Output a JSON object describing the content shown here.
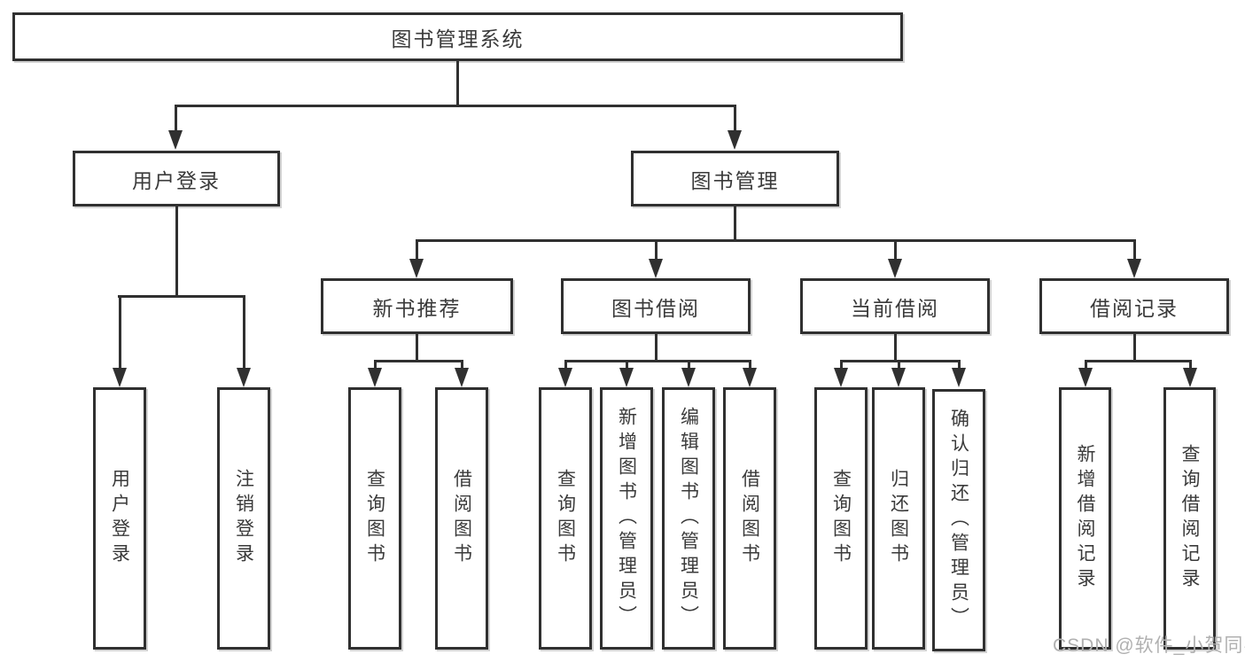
{
  "diagram": {
    "root": "图书管理系统",
    "level2": {
      "user_login": "用户登录",
      "book_mgmt": "图书管理"
    },
    "level3": {
      "new_book": "新书推荐",
      "book_borrow": "图书借阅",
      "current_borrow": "当前借阅",
      "borrow_record": "借阅记录"
    },
    "leaves": {
      "login": [
        "用户登录",
        "注销登录"
      ],
      "new_book": [
        "查询图书",
        "借阅图书"
      ],
      "book_borrow": [
        "查询图书",
        "新增图书（管理员）",
        "编辑图书（管理员）",
        "借阅图书"
      ],
      "current_borrow": [
        "查询图书",
        "归还图书",
        "确认归还（管理员）"
      ],
      "borrow_record": [
        "新增借阅记录",
        "查询借阅记录"
      ]
    }
  },
  "watermark": "CSDN @软件_小贺同学",
  "colors": {
    "line": "#303030",
    "text": "#3a3a3a",
    "watermark": "#b0b0b0",
    "background": "#ffffff"
  }
}
